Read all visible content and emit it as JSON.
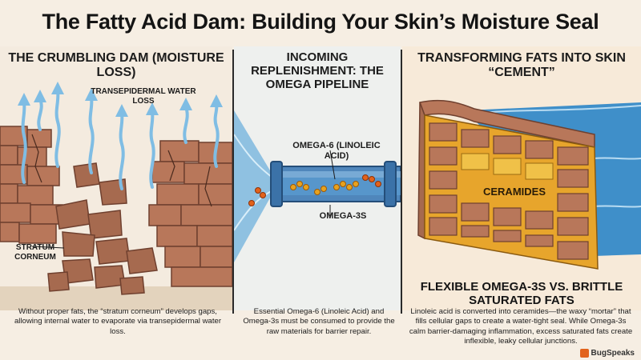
{
  "title": "The Fatty Acid Dam: Building Your Skin’s Moisture Seal",
  "panels": {
    "left": {
      "title": "THE CRUMBLING DAM (MOISTURE LOSS)",
      "label_tewl": "TRANSEPIDERMAL WATER LOSS",
      "label_sc": "STRATUM CORNEUM",
      "caption": "Without proper fats, the “stratum corneum” develops gaps, allowing internal water to evaporate via transepidermal water loss."
    },
    "middle": {
      "title": "INCOMING REPLENISHMENT: THE OMEGA PIPELINE",
      "label_omega6": "OMEGA-6 (LINOLEIC ACID)",
      "label_omega3": "OMEGA-3S",
      "caption": "Essential Omega-6 (Linoleic Acid) and Omega-3s must be consumed to provide the raw materials for barrier repair."
    },
    "right": {
      "title": "TRANSFORMING FATS INTO SKIN “CEMENT”",
      "label_ceramides": "CERAMIDES",
      "subheading": "FLEXIBLE OMEGA-3S VS. BRITTLE SATURATED FATS",
      "caption": "Linoleic acid is converted into ceramides—the waxy “mortar” that fills cellular gaps to create a water-tight seal. While Omega-3s calm barrier-damaging inflammation, excess saturated fats create inflexible, leaky cellular junctions."
    }
  },
  "logo": "BugSpeaks",
  "colors": {
    "brick": "#b8775a",
    "brick_dark": "#8c5540",
    "mortar": "#e7a52c",
    "water": "#3f8fc9",
    "vapor": "#8cc4e6",
    "omega6": "#e8a21e",
    "omega3": "#e2621b",
    "pipe": "#3b72a8"
  },
  "icons": {
    "vapor_arrows": "wavy-up-arrow-icon",
    "logo_mark": "bugspeaks-logo-icon"
  }
}
